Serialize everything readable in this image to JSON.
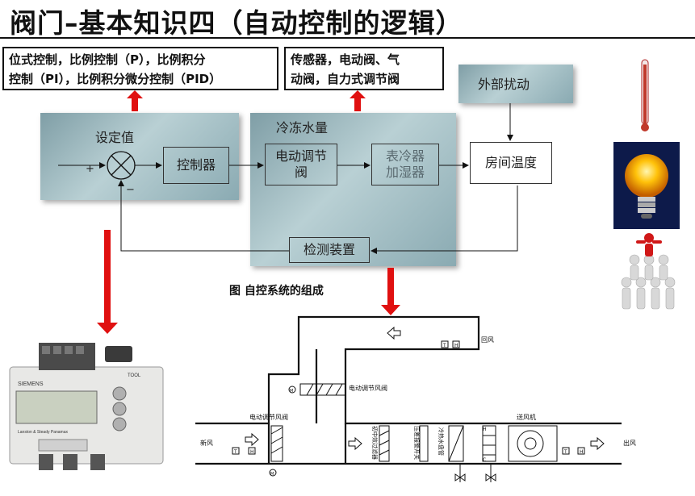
{
  "title": "阀门–基本知识四（自动控制的逻辑）",
  "callouts": {
    "control_modes": [
      "位式控制，比例控制（P），比例积分",
      "控制（PI），比例积分微分控制（PID）"
    ],
    "actuators": [
      "传感器，电动阀、气",
      "动阀，自力式调节阀"
    ]
  },
  "block_diagram": {
    "setpoint": "设定值",
    "plus": "+",
    "minus": "−",
    "controller": "控制器",
    "chilled_water": "冷冻水量",
    "valve": [
      "电动调节",
      "阀"
    ],
    "coil": [
      "表冷器",
      "加湿器"
    ],
    "disturbance": "外部扰动",
    "room_temp": "房间温度",
    "sensor": "检测装置"
  },
  "caption": "图   自控系统的组成",
  "ahu_schematic": {
    "return_air": "回风",
    "damper_top": "电动调节风阀",
    "damper_left": "电动调节风阀",
    "fan": "送风机",
    "fresh_air": "新风",
    "supply_air": "出风",
    "filter1": [
      "初中效过滤器"
    ],
    "filter2": "压差报警开关",
    "coil_label": "冷热水盘管",
    "sensor_T": "T",
    "sensor_H": "H",
    "sensor_M": "M",
    "sensor_C": "C"
  },
  "device": {
    "brand": "SIEMENS",
    "tool": "TOOL",
    "model": "Lanston & Steady Panamax"
  },
  "icons": [
    "thermometer-icon",
    "light-bulb-icon",
    "people-pyramid-icon"
  ],
  "colors": {
    "arrow_red": "#e01010",
    "panel_blue": "#9fbcc2",
    "bulb_bg": "#0d1a4a"
  }
}
